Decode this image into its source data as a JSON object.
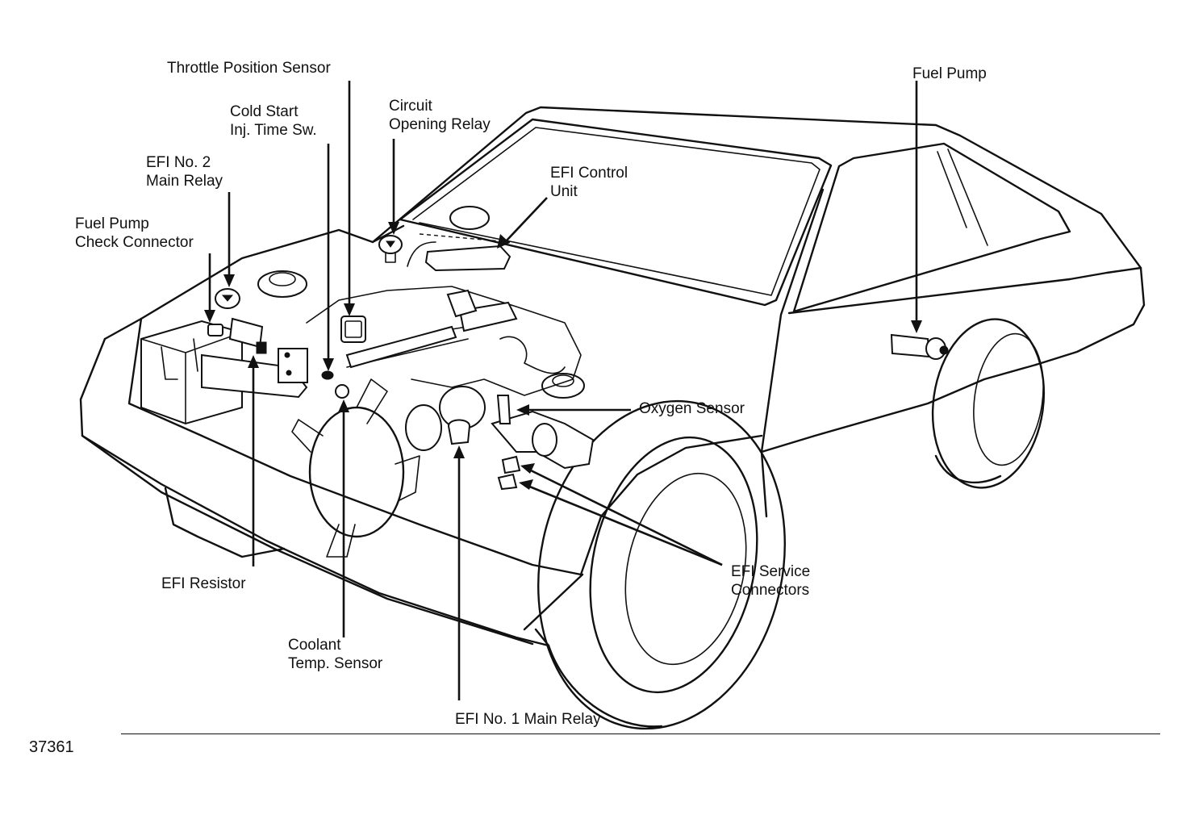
{
  "labels": {
    "throttle_position_sensor": [
      "Throttle Position Sensor"
    ],
    "cold_start_inj_time_sw": [
      "Cold Start",
      "Inj. Time Sw."
    ],
    "circuit_opening_relay": [
      "Circuit",
      "Opening Relay"
    ],
    "efi_control_unit": [
      "EFI Control",
      "Unit"
    ],
    "efi_no2_main_relay": [
      "EFI No. 2",
      "Main Relay"
    ],
    "fuel_pump_check_connector": [
      "Fuel Pump",
      "Check Connector"
    ],
    "fuel_pump": [
      "Fuel Pump"
    ],
    "oxygen_sensor": [
      "Oxygen Sensor"
    ],
    "efi_service_connectors": [
      "EFI Service",
      "Connectors"
    ],
    "efi_resistor": [
      "EFI Resistor"
    ],
    "coolant_temp_sensor": [
      "Coolant",
      "Temp. Sensor"
    ],
    "efi_no1_main_relay": [
      "EFI No. 1 Main Relay"
    ]
  },
  "figure_number": "37361"
}
